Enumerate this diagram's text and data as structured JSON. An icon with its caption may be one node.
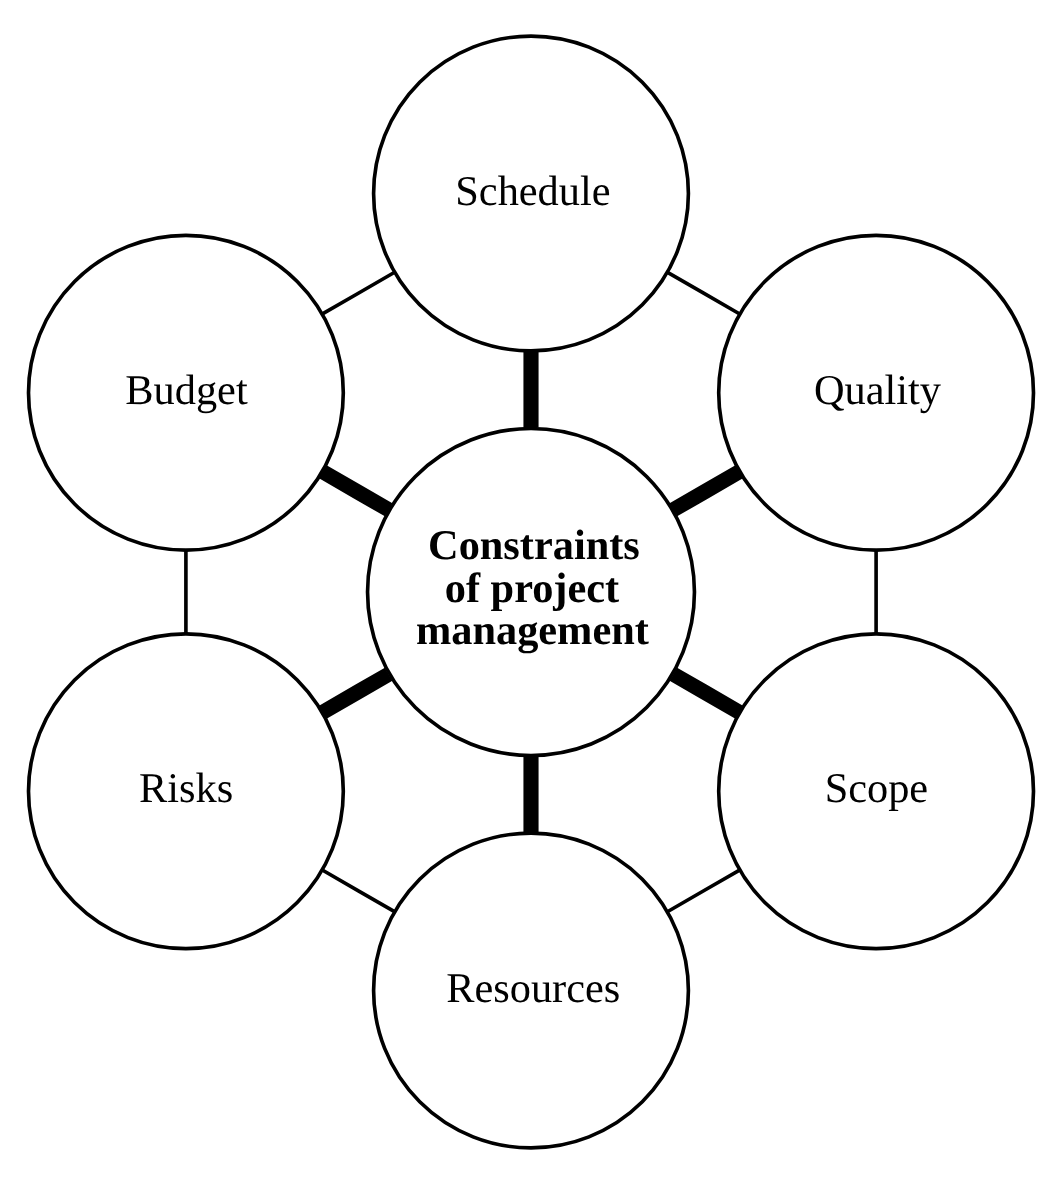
{
  "diagram": {
    "nodes": [
      {
        "text": [
          "Constraints of project management"
        ]
      },
      {
        "text": [
          "Quality"
        ]
      },
      {
        "text": [
          "Schedule"
        ]
      },
      {
        "text": [
          "Budget"
        ]
      },
      {
        "text": [
          "Risks"
        ]
      },
      {
        "text": [
          "Resources"
        ]
      },
      {
        "text": [
          "Scope"
        ]
      }
    ],
    "edges": [
      {
        "from": 0,
        "to": 1,
        "arrow": "none",
        "style": "thick"
      },
      {
        "from": 0,
        "to": 2,
        "arrow": "none",
        "style": "thick"
      },
      {
        "from": 0,
        "to": 3,
        "arrow": "none",
        "style": "thick"
      },
      {
        "from": 0,
        "to": 4,
        "arrow": "none",
        "style": "thick"
      },
      {
        "from": 0,
        "to": 5,
        "arrow": "none",
        "style": "thick"
      },
      {
        "from": 0,
        "to": 6,
        "arrow": "none",
        "style": "thick"
      },
      {
        "from": 1,
        "to": 2,
        "arrow": "none"
      },
      {
        "from": 2,
        "to": 3,
        "arrow": "none"
      },
      {
        "from": 3,
        "to": 4,
        "arrow": "none"
      },
      {
        "from": 4,
        "to": 5,
        "arrow": "none"
      },
      {
        "from": 5,
        "to": 6,
        "arrow": "none"
      },
      {
        "from": 6,
        "to": 1,
        "arrow": "none"
      }
    ]
  }
}
